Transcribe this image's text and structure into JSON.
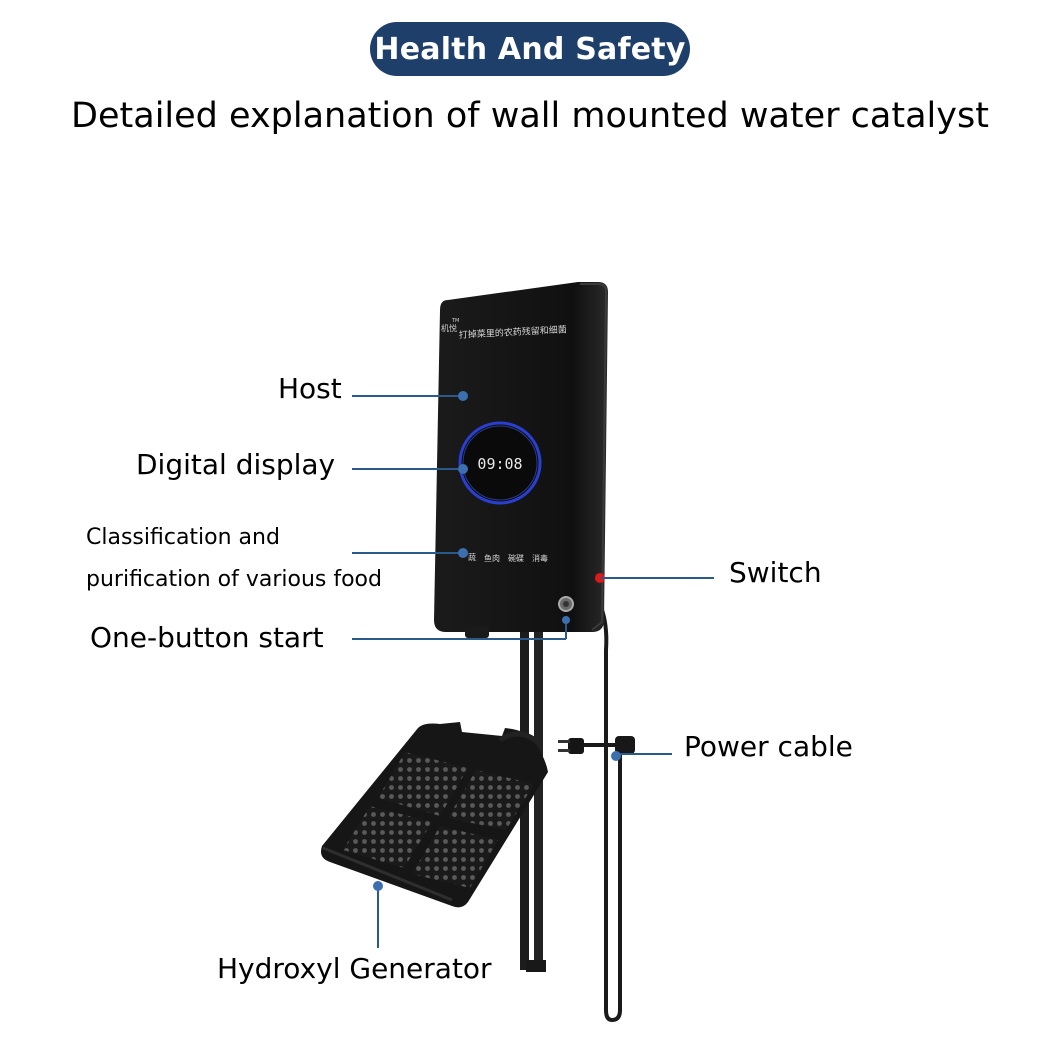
{
  "header": {
    "badge": "Health And Safety",
    "subtitle": "Detailed explanation of wall mounted water catalyst"
  },
  "device": {
    "brand_mark": "机悦",
    "tm": "TM",
    "panel_text": "打掉菜里的农药残留和细菌",
    "clock": "09:08",
    "modes": [
      "蔬",
      "鱼肉",
      "碗碟",
      "消毒"
    ]
  },
  "callouts": {
    "host": "Host",
    "digital_display": "Digital display",
    "classification_line1": "Classification and",
    "classification_line2": "purification of various food",
    "one_button_start": "One-button start",
    "switch": "Switch",
    "power_cable": "Power cable",
    "hydroxyl_generator": "Hydroxyl Generator"
  },
  "colors": {
    "badge_bg": "#1f3f6b",
    "leader_line": "#2a5a8c",
    "dot": "#3c6fb0",
    "device_body": "#141414",
    "ring": "#2a3fd0",
    "switch_led": "#e11818"
  }
}
